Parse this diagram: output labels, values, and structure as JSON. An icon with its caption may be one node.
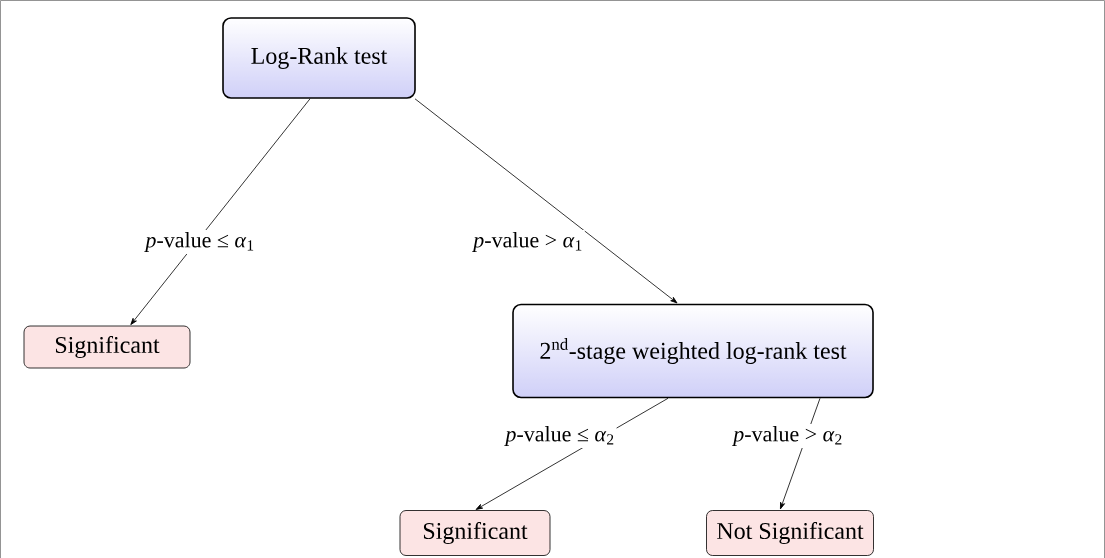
{
  "diagram": {
    "nodes": [
      {
        "text": [
          "Log-Rank test"
        ]
      },
      {
        "text": [
          "Significant"
        ]
      },
      {
        "text": [
          "2$^{nd}$-stage weighted log-rank test"
        ]
      },
      {
        "text": [
          "Significant"
        ]
      },
      {
        "text": [
          "Not Significant"
        ]
      }
    ],
    "edges": [
      {
        "from": 0,
        "to": 1,
        "arrow": "to",
        "label": "*p*-value ≤ *α*$_{1}$"
      },
      {
        "from": 0,
        "to": 2,
        "arrow": "to",
        "label": "*p*-value > *α*$_{1}$"
      },
      {
        "from": 2,
        "to": 3,
        "arrow": "to",
        "label": "*p*-value ≤ *α*$_{2}$"
      },
      {
        "from": 2,
        "to": 4,
        "arrow": "to",
        "label": "*p*-value > *α*$_{2}$"
      }
    ]
  }
}
